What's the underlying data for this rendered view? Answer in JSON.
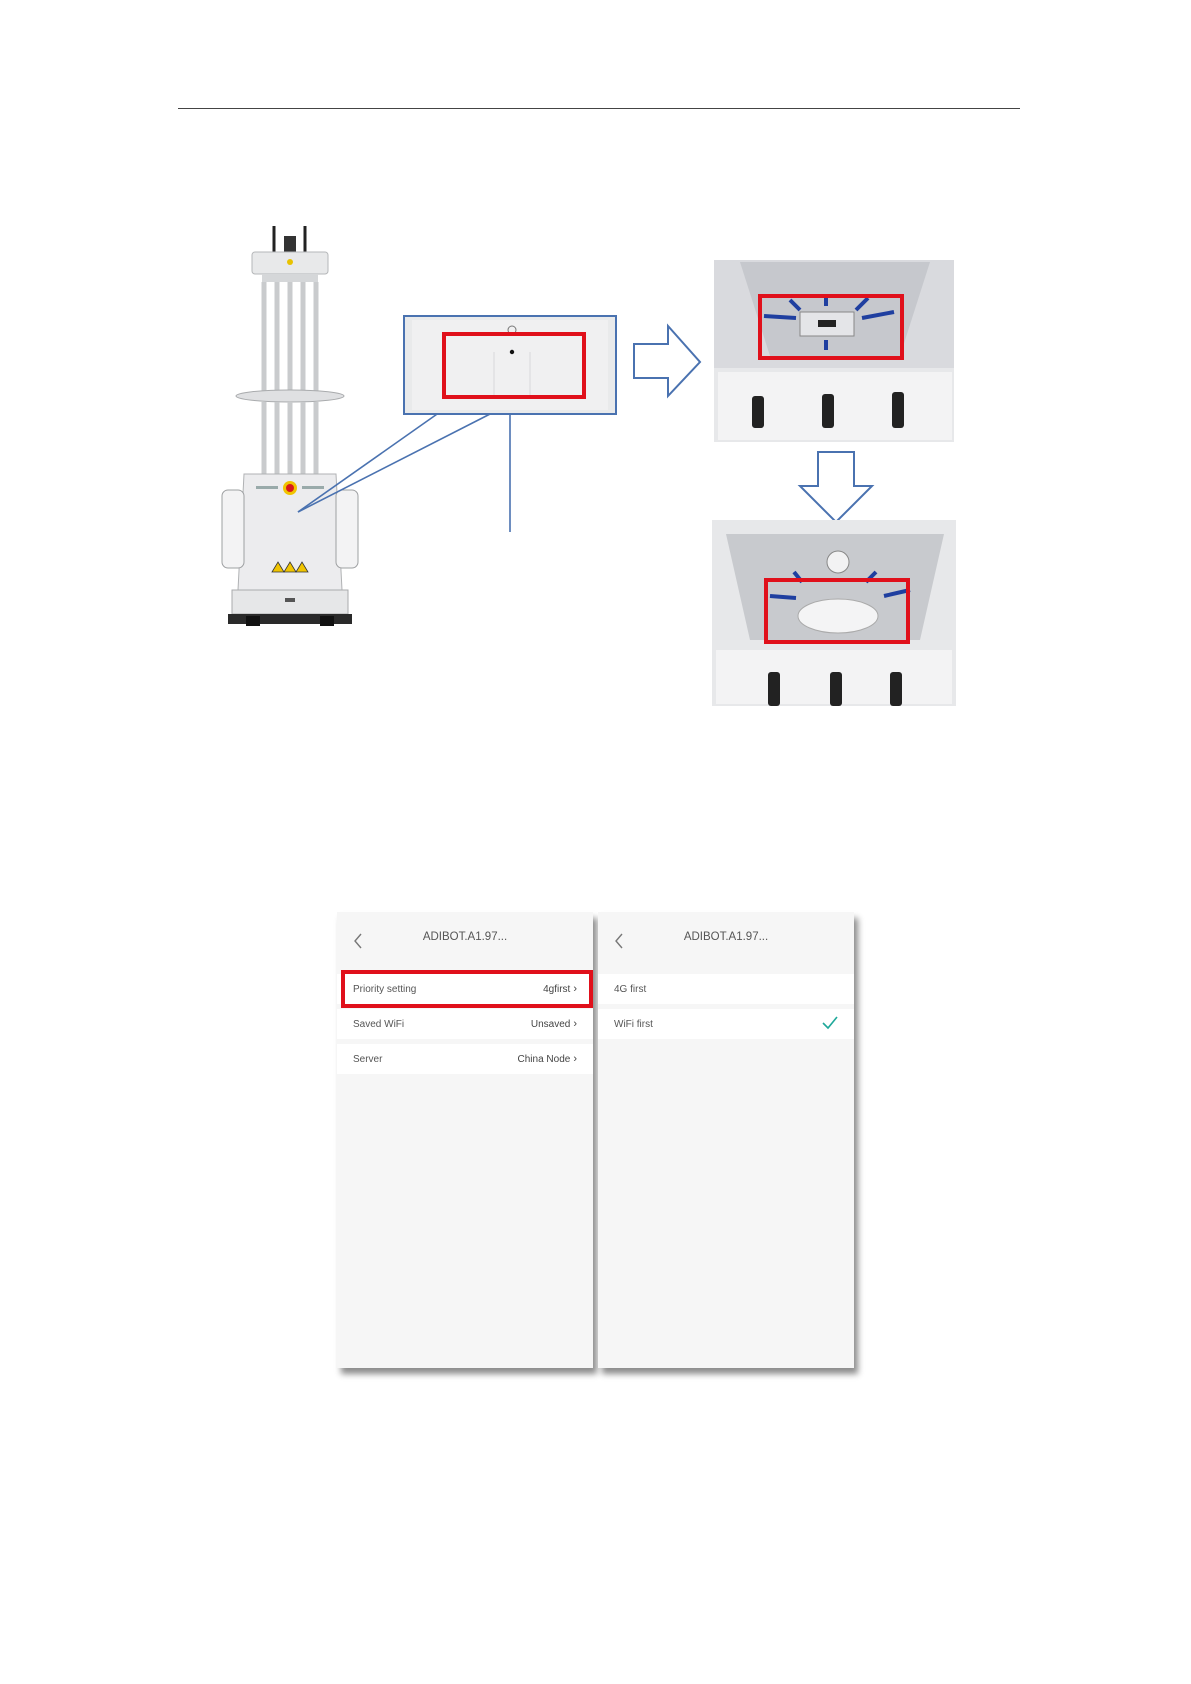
{
  "phone_left": {
    "title": "ADIBOT.A1.97...",
    "rows": [
      {
        "label": "Priority setting",
        "value": "4gfirst"
      },
      {
        "label": "Saved WiFi",
        "value": "Unsaved"
      },
      {
        "label": "Server",
        "value": "China Node"
      }
    ]
  },
  "phone_right": {
    "title": "ADIBOT.A1.97...",
    "options": [
      {
        "label": "4G first"
      },
      {
        "label": "WiFi first",
        "selected": true
      }
    ]
  },
  "colors": {
    "highlight_red": "#e0101b",
    "callout_blue": "#4a72b0",
    "check_teal": "#1fa89a"
  }
}
